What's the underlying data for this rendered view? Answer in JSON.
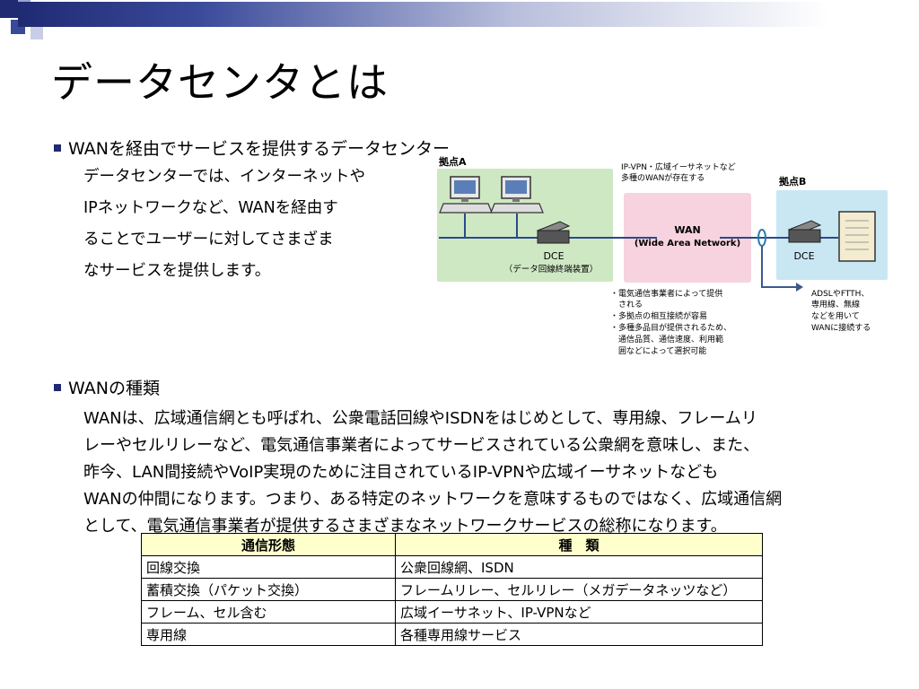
{
  "slide": {
    "title": "データセンタとは",
    "accent_color": "#1f2a73"
  },
  "section1": {
    "heading": "WANを経由でサービスを提供するデータセンター",
    "lines": [
      "データセンターでは、インターネットや",
      "IPネットワークなど、WANを経由す",
      "ることでユーザーに対してさまざま",
      "なサービスを提供します。"
    ]
  },
  "diagram": {
    "site_a": "拠点A",
    "site_b": "拠点B",
    "wan_label": "WAN",
    "wan_full": "(Wide Area Network)",
    "dce_a": "DCE",
    "dce_a_sub": "（データ回線終端装置）",
    "dce_b": "DCE",
    "top_note": [
      "IP-VPN・広域イーサネットなど",
      "多種のWANが存在する"
    ],
    "bottom_note": [
      "・電気通信事業者によって提供",
      "　される",
      "・多拠点の相互接続が容易",
      "・多種多品目が提供されるため、",
      "　通信品質、通信速度、利用範",
      "　囲などによって選択可能"
    ],
    "right_note": [
      "ADSLやFTTH、",
      "専用線、無線",
      "などを用いて",
      "WANに接続する"
    ]
  },
  "section2": {
    "heading": "WANの種類",
    "lines": [
      "WANは、広域通信網とも呼ばれ、公衆電話回線やISDNをはじめとして、専用線、フレームリ",
      "レーやセルリレーなど、電気通信事業者によってサービスされている公衆網を意味し、また、",
      "昨今、LAN間接続やVoIP実現のために注目されているIP-VPNや広域イーサネットなども",
      "WANの仲間になります。つまり、ある特定のネットワークを意味するものではなく、広域通信網",
      "として、電気通信事業者が提供するさまざまなネットワークサービスの総称になります。"
    ]
  },
  "table": {
    "headers": [
      "通信形態",
      "種　類"
    ],
    "rows": [
      [
        "回線交換",
        "公衆回線網、ISDN"
      ],
      [
        "蓄積交換（パケット交換）",
        "フレームリレー、セルリレー（メガデータネッツなど）"
      ],
      [
        "フレーム、セル含む",
        "広域イーサネット、IP-VPNなど"
      ],
      [
        "専用線",
        "各種専用線サービス"
      ]
    ]
  }
}
